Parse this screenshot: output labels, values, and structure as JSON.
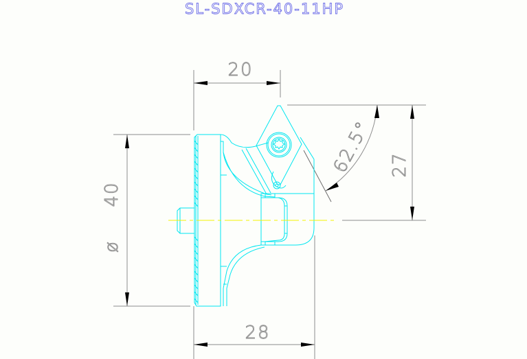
{
  "drawing": {
    "title": "SL-SDXCR-40-11HP",
    "colors": {
      "background": "#fdfefb",
      "part_outline": "#00e6f0",
      "dimension": "#8c8c8c",
      "title_text": "#6a6ae8",
      "centerline": "#f2f200",
      "arrowhead": "#000000"
    },
    "dimensions": {
      "top_width": {
        "label": "20",
        "unit": "mm",
        "orientation": "horizontal"
      },
      "bottom_width": {
        "label": "28",
        "unit": "mm",
        "orientation": "horizontal"
      },
      "diameter": {
        "symbol": "ø",
        "label": "40",
        "unit": "mm",
        "orientation": "vertical"
      },
      "height": {
        "label": "27",
        "unit": "mm",
        "orientation": "vertical"
      },
      "angle": {
        "label": "62.5°",
        "value": 62.5,
        "unit": "deg"
      }
    },
    "components": [
      "flange-disc",
      "pilot-boss",
      "holder-body",
      "rhombic-insert",
      "torx-clamp-screw",
      "axis-centerline"
    ]
  }
}
